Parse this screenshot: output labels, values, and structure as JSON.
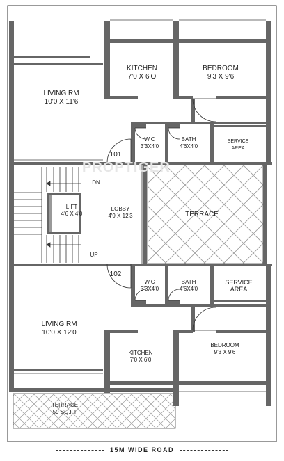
{
  "watermark": "PROPTIGER",
  "rooms": {
    "kitchen_top": {
      "name": "KITCHEN",
      "size": "7'0 X 6'O"
    },
    "bedroom_top": {
      "name": "BEDROOM",
      "size": "9'3 X 9'6"
    },
    "living_top": {
      "name": "LIVING RM",
      "size": "10'0 X 11'6"
    },
    "wc_top": {
      "name": "W.C",
      "size": "3'3X4'0"
    },
    "bath_top": {
      "name": "BATH",
      "size": "4'6X4'0"
    },
    "service_top": {
      "name": "SERVICE",
      "size": "AREA"
    },
    "unit_101": "101",
    "lift": {
      "name": "LIFT",
      "size": "4'6 X 4'0"
    },
    "lobby": {
      "name": "LOBBY",
      "size": "4'9 X 12'3"
    },
    "terrace_mid": {
      "name": "TERRACE"
    },
    "stair_dn": "DN",
    "stair_up": "UP",
    "unit_102": "102",
    "wc_bottom": {
      "name": "W.C",
      "size": "3'3X4'0"
    },
    "bath_bottom": {
      "name": "BATH",
      "size": "4'6X4'0"
    },
    "service_bottom": {
      "name": "SERVICE",
      "size": "AREA"
    },
    "living_bottom": {
      "name": "LIVING RM",
      "size": "10'0 X 12'0"
    },
    "kitchen_bottom": {
      "name": "KITCHEN",
      "size": "7'0 X 6'0"
    },
    "bedroom_bottom": {
      "name": "BEDROOM",
      "size": "9'3 X 9'6"
    },
    "terrace_bottom": {
      "name": "TERRACE",
      "size": "59 SQ.FT"
    }
  },
  "road_label": "15M WIDE ROAD"
}
